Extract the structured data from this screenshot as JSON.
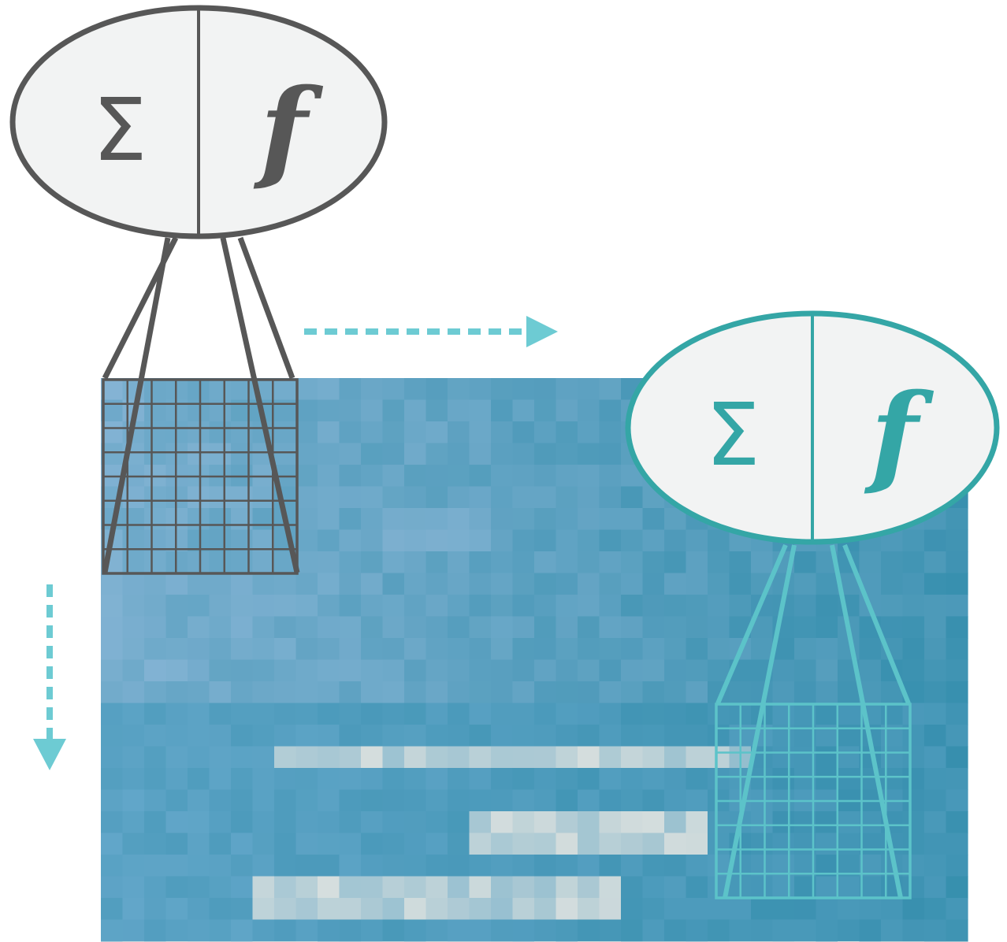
{
  "colors": {
    "neuron_dark": "#575757",
    "neuron_teal": "#34a6a6",
    "receptive_teal": "#5cc3c9",
    "arrow_teal": "#6dcbd3",
    "neuron_fill": "#f2f3f3",
    "water_dark": "#2d8aa8",
    "water_mid": "#5aa2c4",
    "water_light": "#8fb8d8",
    "foam": "#e6e6e2"
  },
  "neurons": [
    {
      "id": "initial",
      "sum_symbol": "Σ",
      "activation_symbol": "f",
      "color": "neuron_dark"
    },
    {
      "id": "shifted",
      "sum_symbol": "Σ",
      "activation_symbol": "f",
      "color": "neuron_teal"
    }
  ],
  "receptive_field": {
    "cells_per_side": 8
  },
  "arrows": [
    {
      "id": "horizontal-stride",
      "direction": "right"
    },
    {
      "id": "vertical-stride",
      "direction": "down"
    }
  ]
}
